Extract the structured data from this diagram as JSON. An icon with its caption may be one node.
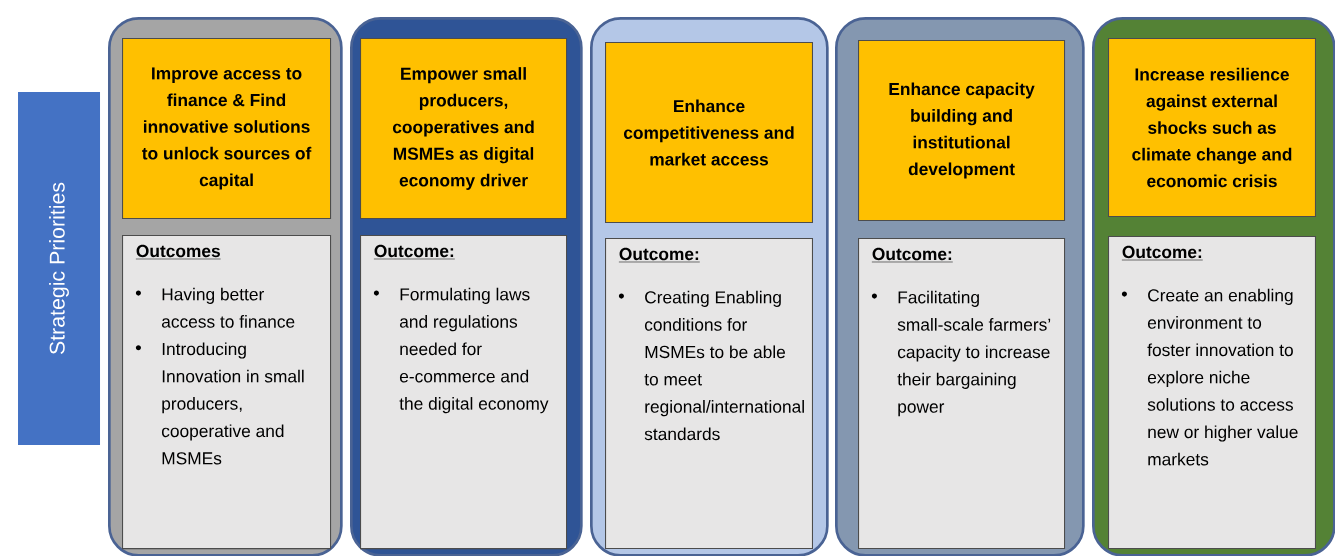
{
  "diagram": {
    "nodes": [
      {
        "text": [
          "Strategic Priorities"
        ]
      },
      {
        "text": [],
        "shape": "box"
      },
      {
        "text": [
          "Improve access to finance & Find innovative solutions to unlock sources of capital"
        ],
        "in": 1
      },
      {
        "text": [
          "Outcomes",
          "Having better access to finance",
          "Introducing Innovation in small producers, cooperative and MSMEs"
        ],
        "in": 1
      },
      {
        "text": [],
        "shape": "box"
      },
      {
        "text": [
          "Empower small producers, cooperatives and MSMEs as digital economy driver"
        ],
        "in": 4
      },
      {
        "text": [
          "Outcome:",
          "Formulating laws and regulations needed for e-commerce and the digital economy"
        ],
        "in": 4
      },
      {
        "text": [],
        "shape": "box"
      },
      {
        "text": [
          "Enhance competitiveness and market access"
        ],
        "in": 7
      },
      {
        "text": [
          "Outcome:",
          "Creating Enabling conditions for MSMEs to be able to meet regional/international standards"
        ],
        "in": 7
      },
      {
        "text": [],
        "shape": "box"
      },
      {
        "text": [
          "Enhance capacity building and institutional development"
        ],
        "in": 10
      },
      {
        "text": [
          "Outcome:",
          "Facilitating small-scale farmers’ capacity to increase their bargaining power"
        ],
        "in": 10
      },
      {
        "text": [],
        "shape": "box"
      },
      {
        "text": [
          "Increase resilience against external shocks such as climate change and economic crisis"
        ],
        "in": 13
      },
      {
        "text": [
          "Outcome:",
          "Create an enabling environment to foster innovation to explore niche solutions to access new or higher value markets"
        ],
        "in": 13
      }
    ],
    "edges": []
  }
}
